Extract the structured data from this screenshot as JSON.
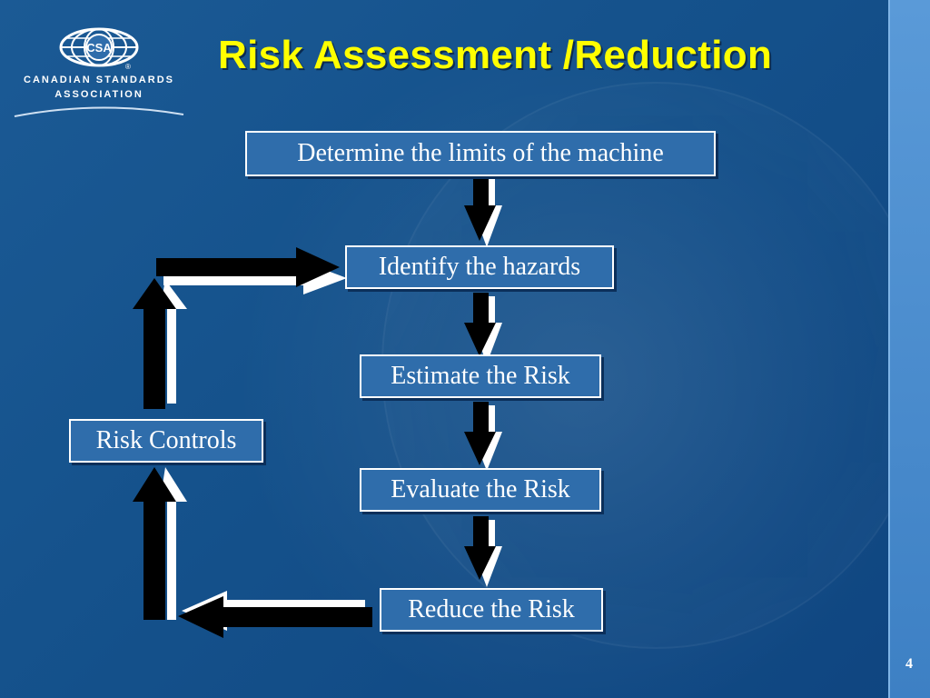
{
  "slide": {
    "title": "Risk Assessment /Reduction",
    "page_number": "4",
    "logo": {
      "name_line1": "CANADIAN STANDARDS",
      "name_line2": "ASSOCIATION",
      "emblem_text": "CSA"
    }
  },
  "diagram": {
    "steps": [
      {
        "label": "Determine the limits of the machine"
      },
      {
        "label": "Identify the hazards"
      },
      {
        "label": "Estimate the Risk"
      },
      {
        "label": "Evaluate the Risk"
      },
      {
        "label": "Reduce the Risk"
      }
    ],
    "feedback": {
      "label": "Risk Controls"
    }
  },
  "colors": {
    "title": "#ffff00",
    "background": "#124a84",
    "box_fill": "#2f6dab",
    "box_border": "#ffffff",
    "arrow": "#000000"
  }
}
